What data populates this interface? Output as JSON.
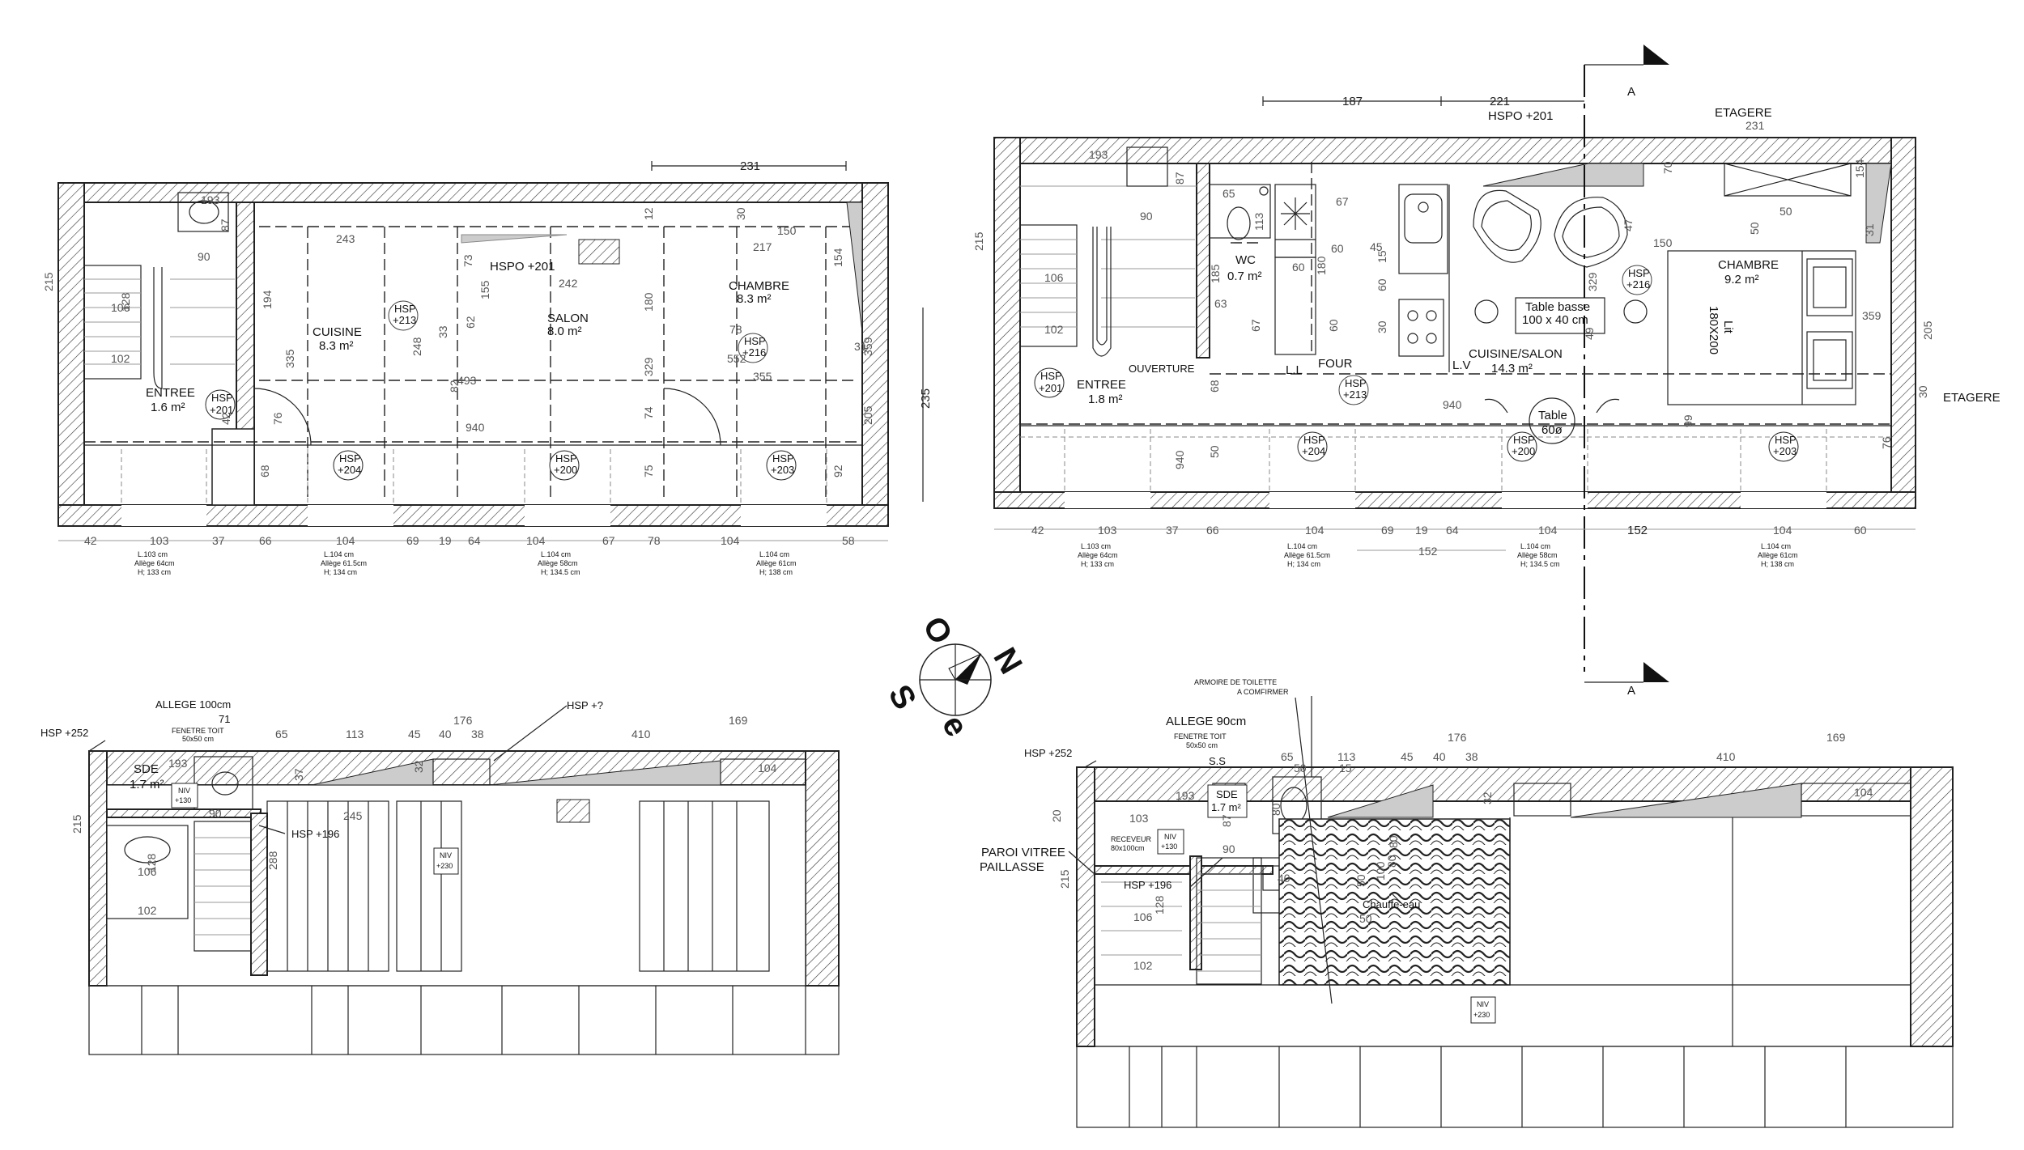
{
  "plan_tl": {
    "dim_top": "231",
    "dim_right": "235",
    "rooms": {
      "entree": {
        "name": "ENTREE",
        "area": "1.6 m²",
        "hsp": "HSP",
        "hsp_val": "+201"
      },
      "cuisine": {
        "name": "CUISINE",
        "area": "8.3 m²"
      },
      "salon": {
        "name": "SALON",
        "area": "8.0 m²"
      },
      "chambre": {
        "name": "CHAMBRE",
        "area": "8.3 m²"
      }
    },
    "hspo": "HSPO +201",
    "hsp_tags": [
      {
        "label": "HSP",
        "value": "+213"
      },
      {
        "label": "HSP",
        "value": "+216"
      },
      {
        "label": "HSP",
        "value": "+204"
      },
      {
        "label": "HSP",
        "value": "+200"
      },
      {
        "label": "HSP",
        "value": "+203"
      }
    ],
    "inner_dims": [
      "193",
      "87",
      "90",
      "106",
      "128",
      "102",
      "215",
      "243",
      "194",
      "335",
      "242",
      "493",
      "940",
      "359",
      "205",
      "150",
      "154",
      "31",
      "30",
      "217",
      "12",
      "180",
      "329",
      "74",
      "75",
      "76",
      "68",
      "42",
      "73",
      "155",
      "62",
      "33",
      "78",
      "82",
      "552",
      "355",
      "248",
      "92"
    ],
    "bottom_dims": [
      "42",
      "103",
      "37",
      "66",
      "104",
      "69",
      "19",
      "64",
      "104",
      "67",
      "78",
      "104",
      "58"
    ],
    "windows": [
      {
        "l": "L.103 cm",
        "a": "Allège 64cm",
        "h": "H; 133 cm"
      },
      {
        "l": "L.104 cm",
        "a": "Allège 61.5cm",
        "h": "H; 134 cm"
      },
      {
        "l": "L.104 cm",
        "a": "Allège 58cm",
        "h": "H; 134.5 cm"
      },
      {
        "l": "L.104 cm",
        "a": "Allège 61cm",
        "h": "H; 138 cm"
      }
    ]
  },
  "plan_tr": {
    "top_dims": [
      "187",
      "221"
    ],
    "section_mark": "A",
    "hspo": "HSPO +201",
    "etagere": "ETAGERE",
    "rooms": {
      "wc": {
        "name": "WC",
        "area": "0.7 m²"
      },
      "entree": {
        "name": "ENTREE",
        "area": "1.8 m²"
      },
      "cuisine_salon": {
        "name": "CUISINE/SALON",
        "area": "14.3 m²"
      },
      "chambre": {
        "name": "CHAMBRE",
        "area": "9.2 m²"
      }
    },
    "table_basse": "Table basse",
    "table_basse_dim": "100 x 40 cm",
    "table": "Table",
    "table_dim": "60ø",
    "lit": "Lit",
    "lit_dim": "180X200",
    "four": "FOUR",
    "ll": "L.L",
    "lv": "L.V",
    "ouverture": "OUVERTURE",
    "hsp_tags": [
      {
        "label": "HSP",
        "value": "+201"
      },
      {
        "label": "HSP",
        "value": "+213"
      },
      {
        "label": "HSP",
        "value": "+216"
      },
      {
        "label": "HSP",
        "value": "+204"
      },
      {
        "label": "HSP",
        "value": "+200"
      },
      {
        "label": "HSP",
        "value": "+203"
      }
    ],
    "inner_dims": [
      "231",
      "193",
      "87",
      "90",
      "215",
      "106",
      "102",
      "65",
      "67",
      "60",
      "113",
      "185",
      "63",
      "67",
      "60",
      "180",
      "60",
      "45",
      "15",
      "60",
      "30",
      "70",
      "47",
      "150",
      "50",
      "50",
      "154",
      "31",
      "359",
      "205",
      "30",
      "329",
      "49",
      "99",
      "76",
      "68",
      "50",
      "940"
    ],
    "bottom_dims": [
      "42",
      "103",
      "37",
      "66",
      "104",
      "69",
      "19",
      "64",
      "104",
      "152",
      "104",
      "60"
    ],
    "bottom_dim_152": "152",
    "windows": [
      {
        "l": "L.103 cm",
        "a": "Allège 64cm",
        "h": "H; 133 cm"
      },
      {
        "l": "L.104 cm",
        "a": "Allège 61.5cm",
        "h": "H; 134 cm"
      },
      {
        "l": "L.104 cm",
        "a": "Allège 58cm",
        "h": "H; 134.5 cm"
      },
      {
        "l": "L.104 cm",
        "a": "Allège 61cm",
        "h": "H; 138 cm"
      }
    ]
  },
  "compass": {
    "n": "N",
    "e": "e",
    "s": "S",
    "o": "O"
  },
  "plan_bl": {
    "allege": "ALLEGE 100cm",
    "allege_dim": "71",
    "fenetre": "FENETRE TOIT",
    "fenetre_dim": "50x50 cm",
    "hsp252": "HSP +252",
    "hsp_q": "HSP +?",
    "hsp196": "HSP +196",
    "sde": {
      "name": "SDE",
      "area": "1.7 m²"
    },
    "niv1": {
      "label": "NIV",
      "value": "+130"
    },
    "niv2": {
      "label": "NIV",
      "value": "+230"
    },
    "dims": [
      "65",
      "113",
      "45",
      "40",
      "38",
      "176",
      "410",
      "169",
      "104",
      "193",
      "37",
      "32",
      "90",
      "245",
      "215",
      "106",
      "128",
      "102",
      "288"
    ]
  },
  "plan_br": {
    "armoire": "ARMOIRE DE TOILETTE",
    "armoire2": "A COMFIRMER",
    "allege": "ALLEGE 90cm",
    "fenetre": "FENETRE TOIT",
    "fenetre_dim": "50x50 cm",
    "ss": "S.S",
    "hsp252": "HSP +252",
    "hsp196": "HSP +196",
    "paroi": "PAROI VITREE",
    "paillasse": "PAILLASSE",
    "receveur": "RECEVEUR",
    "receveur_dim": "80x100cm",
    "chauffe": "Chauffe-eau",
    "sde": {
      "name": "SDE",
      "area": "1.7 m²"
    },
    "niv1": {
      "label": "NIV",
      "value": "+130"
    },
    "niv2": {
      "label": "NIV",
      "value": "+230"
    },
    "dims": [
      "65",
      "113",
      "45",
      "40",
      "38",
      "176",
      "410",
      "169",
      "104",
      "193",
      "50",
      "15",
      "32",
      "103",
      "87",
      "80",
      "90",
      "80",
      "20",
      "40",
      "50",
      "50",
      "100",
      "80",
      "215",
      "106",
      "128",
      "102"
    ]
  }
}
